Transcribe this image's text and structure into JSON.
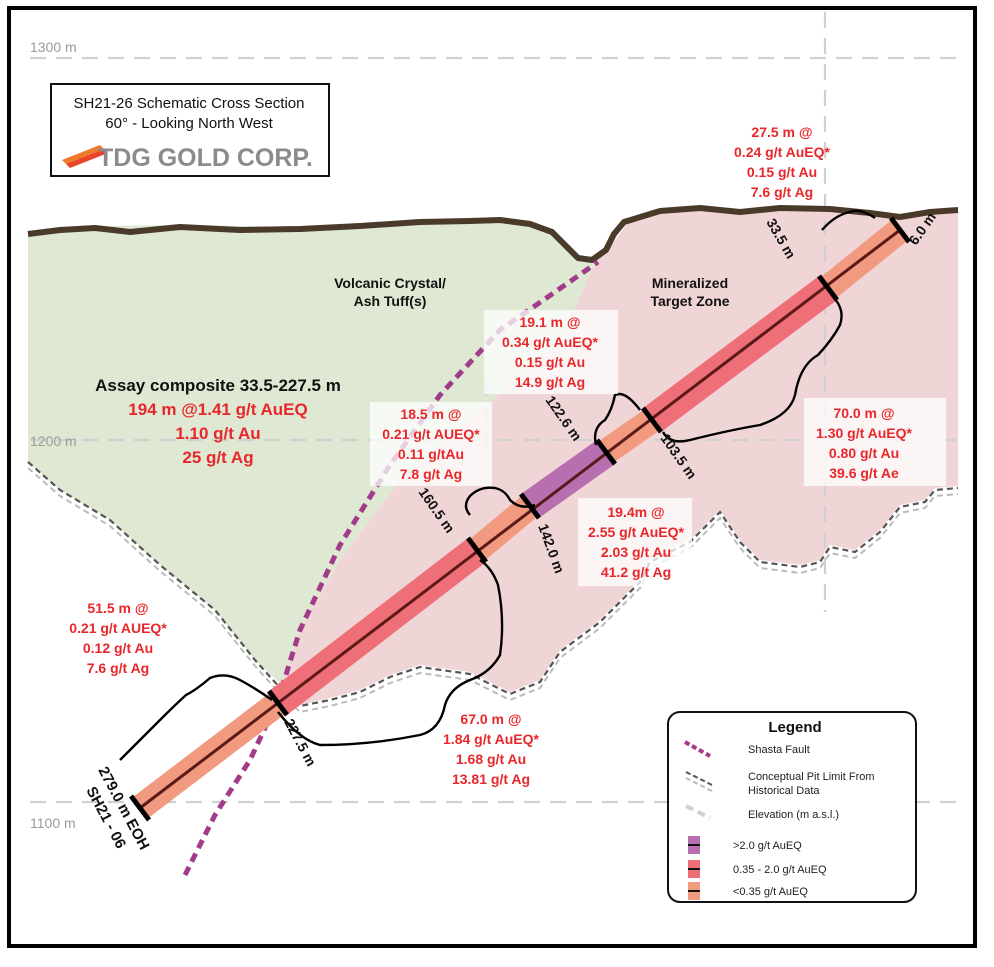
{
  "title_box": {
    "line1": "SH21-26 Schematic Cross Section",
    "line2": "60° - Looking North West",
    "logo_text": "TDG GOLD CORP."
  },
  "elevations": {
    "e1300": "1300 m",
    "e1200": "1200 m",
    "e1100": "1100 m"
  },
  "units": {
    "volcanic_l1": "Volcanic Crystal/",
    "volcanic_l2": "Ash Tuff(s)",
    "target_l1": "Mineralized",
    "target_l2": "Target Zone"
  },
  "composite": {
    "heading": "Assay composite 33.5-227.5 m",
    "l1": "194 m @1.41 g/t AuEQ",
    "l2": "1.10 g/t Au",
    "l3": "25 g/t Ag"
  },
  "intervals": {
    "i_top": [
      "27.5 m @",
      "0.24 g/t AuEQ*",
      "0.15 g/t Au",
      "7.6 g/t Ag"
    ],
    "i_191": [
      "19.1 m @",
      "0.34 g/t AuEQ*",
      "0.15 g/t Au",
      "14.9 g/t Ag"
    ],
    "i_185": [
      "18.5 m @",
      "0.21 g/t AUEQ*",
      "0.11 g/tAu",
      "7.8 g/t Ag"
    ],
    "i_700": [
      "70.0 m @",
      "1.30 g/t AuEQ*",
      "0.80 g/t Au",
      "39.6 g/t Ae"
    ],
    "i_194": [
      "19.4m @",
      "2.55 g/t AuEQ*",
      "2.03 g/t Au",
      "41.2 g/t Ag"
    ],
    "i_515": [
      "51.5 m @",
      "0.21 g/t AUEQ*",
      "0.12 g/t Au",
      "7.6 g/t Ag"
    ],
    "i_670": [
      "67.0 m @",
      "1.84 g/t AuEQ*",
      "1.68 g/t Au",
      "13.81 g/t Ag"
    ]
  },
  "depths": {
    "d6": "6.0 m",
    "d335": "33.5 m",
    "d1035": "103.5 m",
    "d1226": "122.6 m",
    "d1420": "142.0 m",
    "d1605": "160.5 m",
    "d2275": "227.5 m",
    "eoh": "279.0 m EOH",
    "hole": "SH21 - 06"
  },
  "legend": {
    "title": "Legend",
    "items": [
      {
        "label": "Shasta Fault"
      },
      {
        "label": "Conceptual Pit Limit From",
        "label2": "Historical Data"
      },
      {
        "label": "Elevation (m a.s.l.)"
      },
      {
        "label": ">2.0 g/t AuEQ"
      },
      {
        "label": "0.35 - 2.0 g/t AuEQ"
      },
      {
        "label": "<0.35 g/t AuEQ"
      }
    ]
  },
  "colors": {
    "volcanic": "#dfe8d3",
    "target": "#f0d5d6",
    "fault": "#a23c8a",
    "high_grade": "#b86fb0",
    "mid_grade": "#ef6f79",
    "low_grade": "#f29a80",
    "accent_red": "#e8272b"
  }
}
